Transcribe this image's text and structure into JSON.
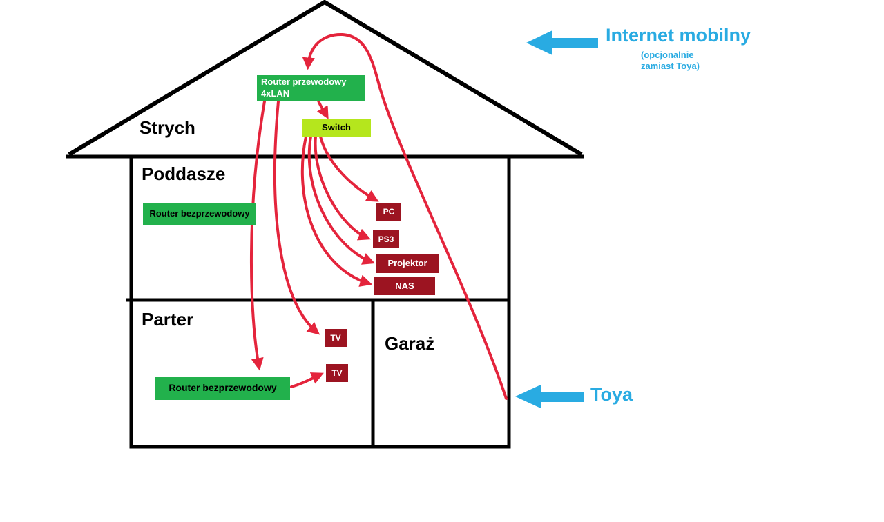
{
  "floors": {
    "strych": "Strych",
    "poddasze": "Poddasze",
    "parter": "Parter",
    "garaz": "Garaż"
  },
  "devices": {
    "router_przewodowy": "Router przewodowy\n4xLAN",
    "switch": "Switch",
    "router_bezprzewodowy_poddasze": "Router bezprzewodowy",
    "pc": "PC",
    "ps3": "PS3",
    "projektor": "Projektor",
    "nas": "NAS",
    "tv_1": "TV",
    "tv_2": "TV",
    "router_bezprzewodowy_parter": "Router bezprzewodowy"
  },
  "annotations": {
    "internet_mobilny": {
      "title": "Internet mobilny",
      "note": "(opcjonalnie\nzamiast Toya)"
    },
    "toya": {
      "label": "Toya"
    }
  },
  "connections": [
    {
      "from": "Toya",
      "to": "Router przewodowy 4xLAN"
    },
    {
      "from": "Router przewodowy 4xLAN",
      "to": "Switch"
    },
    {
      "from": "Switch",
      "to": "PC"
    },
    {
      "from": "Switch",
      "to": "PS3"
    },
    {
      "from": "Switch",
      "to": "Projektor"
    },
    {
      "from": "Switch",
      "to": "NAS"
    },
    {
      "from": "Router przewodowy 4xLAN",
      "to": "Router bezprzewodowy (Parter)"
    },
    {
      "from": "Router przewodowy 4xLAN",
      "to": "TV #1"
    },
    {
      "from": "Router bezprzewodowy (Parter)",
      "to": "TV #2"
    }
  ],
  "colors": {
    "router_green": "#22b14c",
    "switch_lime": "#b5e61d",
    "device_maroon": "#9c1421",
    "cable_red": "#e4243c",
    "isp_blue": "#29abe2",
    "outline_black": "#000000"
  }
}
